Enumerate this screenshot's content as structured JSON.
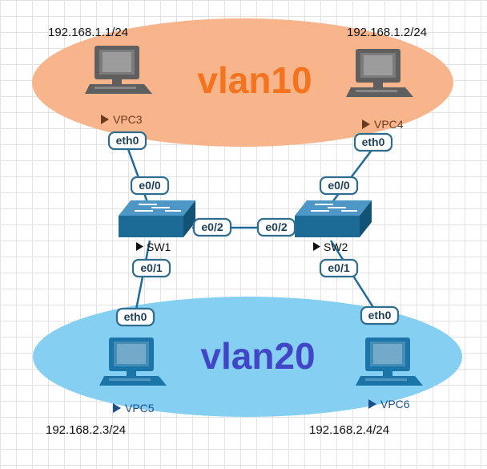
{
  "vlans": {
    "vlan10": {
      "label": "vlan10",
      "fill": "#f8b58c",
      "text_color": "#f5731f"
    },
    "vlan20": {
      "label": "vlan20",
      "fill": "#84cff2",
      "text_color": "#4146c9"
    }
  },
  "devices": {
    "vpc3": {
      "name": "VPC3",
      "ip": "192.168.1.1/24",
      "port": "eth0"
    },
    "vpc4": {
      "name": "VPC4",
      "ip": "192.168.1.2/24",
      "port": "eth0"
    },
    "vpc5": {
      "name": "VPC5",
      "ip": "192.168.2.3/24",
      "port": "eth0"
    },
    "vpc6": {
      "name": "VPC6",
      "ip": "192.168.2.4/24",
      "port": "eth0"
    },
    "sw1": {
      "name": "SW1",
      "ports": {
        "up": "e0/0",
        "right": "e0/2",
        "down": "e0/1"
      }
    },
    "sw2": {
      "name": "SW2",
      "ports": {
        "up": "e0/0",
        "left": "e0/2",
        "down": "e0/1"
      }
    }
  },
  "colors": {
    "pc_vlan10": "#5f5f5f",
    "pc_vlan20": "#1b75a8",
    "switch": "#1b6b96",
    "link": "#1f6b99",
    "pc_label_vlan10": "#6b3b1e",
    "pc_label_vlan20": "#1b4f8a",
    "switch_label": "#111111"
  },
  "icons": {
    "pc": "computer-icon",
    "switch": "switch-icon",
    "marker": "play-triangle-icon"
  }
}
